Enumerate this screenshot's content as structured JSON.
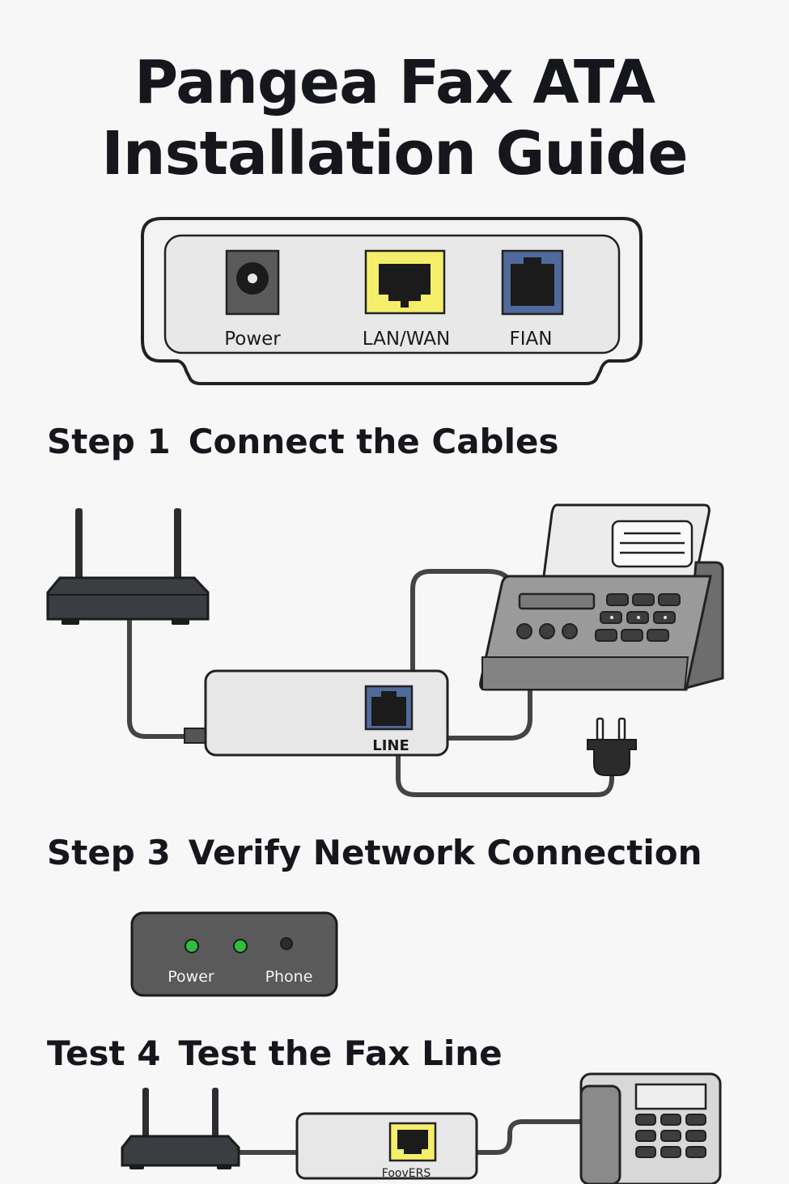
{
  "title": {
    "line1": "Pangea Fax ATA",
    "line2": "Installation Guide"
  },
  "device_panel": {
    "ports": [
      {
        "label": "Power",
        "icon": "power-jack-icon"
      },
      {
        "label": "LAN/WAN",
        "icon": "ethernet-port-icon",
        "color": "#f5ee6a"
      },
      {
        "label": "FIAN",
        "icon": "phone-port-icon",
        "color": "#4f6b9c"
      }
    ]
  },
  "step1": {
    "number": "Step 1",
    "text": "Connect the Cables",
    "ata_port_label": "LINE",
    "icons": [
      "router-icon",
      "ata-adapter-icon",
      "fax-machine-icon",
      "power-plug-icon"
    ]
  },
  "step3": {
    "number": "Step 3",
    "text": "Verify Network Connection",
    "leds": [
      {
        "label": "Power",
        "color": "#2fbf3f"
      },
      {
        "label": "",
        "color": "#2fbf3f"
      },
      {
        "label": "Phone",
        "color": "#2b2b2b"
      }
    ]
  },
  "step4": {
    "number": "Test 4",
    "text": "Test the Fax Line",
    "ata_port_label": "FoovERS",
    "icons": [
      "router-icon",
      "ata-adapter-icon",
      "desk-phone-icon"
    ]
  },
  "colors": {
    "outline": "#222222",
    "device_light": "#e7e7e7",
    "device_dark": "#3a3d42",
    "port_yellow": "#f5ee6a",
    "port_blue": "#4f6b9c"
  }
}
